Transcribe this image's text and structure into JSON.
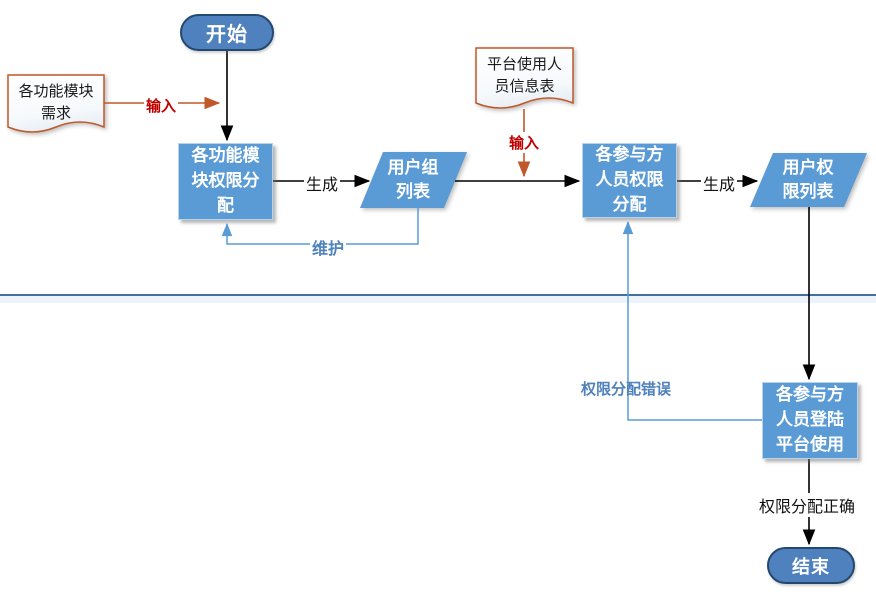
{
  "diagram": {
    "type": "flowchart",
    "nodes": {
      "start": {
        "label": "开始",
        "shape": "terminator"
      },
      "doc_requirements": {
        "label": "各功能模块需求",
        "shape": "document"
      },
      "assign_module_permissions": {
        "label": "各功能模块权限分配",
        "shape": "process"
      },
      "user_group_list": {
        "label": "用户组列表",
        "shape": "data-parallelogram"
      },
      "doc_user_info": {
        "label": "平台使用人员信息表",
        "shape": "document"
      },
      "assign_participant_permissions": {
        "label": "各参与方人员权限分配",
        "shape": "process"
      },
      "user_permission_list": {
        "label": "用户权限列表",
        "shape": "data-parallelogram"
      },
      "participants_login": {
        "label": "各参与方人员登陆平台使用",
        "shape": "process"
      },
      "end": {
        "label": "结束",
        "shape": "terminator"
      }
    },
    "edges": {
      "input_requirements": {
        "label": "输入"
      },
      "generate_user_groups": {
        "label": "生成"
      },
      "input_user_info": {
        "label": "输入"
      },
      "generate_user_permissions": {
        "label": "生成"
      },
      "maintain": {
        "label": "维护"
      },
      "permission_error": {
        "label": "权限分配错误"
      },
      "permission_correct": {
        "label": "权限分配正确"
      }
    },
    "colors": {
      "process_fill": "#5B9BD5",
      "terminator_fill": "#4E81BD",
      "terminator_border": "#24496F",
      "document_border": "#C0582A",
      "orange_connector": "#C0582A",
      "red_label": "#C00000",
      "blue_connector": "#5B9BD5",
      "blue_label": "#4F81BD",
      "black_connector": "#000000",
      "divider_line": "#41719C",
      "divider_band": "#EDF3FB",
      "text_on_node": "#FFFFFF"
    }
  }
}
